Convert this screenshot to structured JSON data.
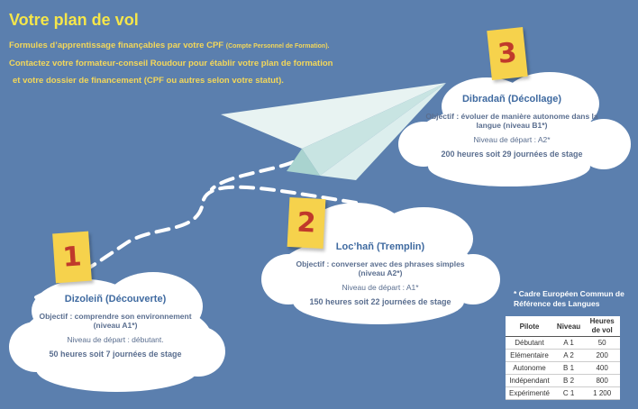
{
  "title": "Votre plan de vol",
  "intro": {
    "line1": "Formules d’apprentissage finançables par votre CPF",
    "line1_small": "(Compte Personnel de Formation).",
    "line2": "Contactez votre formateur-conseil Roudour pour établir votre plan de formation",
    "line3": "et votre dossier de financement (CPF ou autres selon votre statut)."
  },
  "stages": [
    {
      "number": "1",
      "name": "Dizoleiñ (Découverte)",
      "objective": "Objectif : comprendre son environnement (niveau A1*)",
      "level": "Niveau de départ : débutant.",
      "hours": "50 heures  soit 7 journées de stage"
    },
    {
      "number": "2",
      "name": "Loc’hañ (Tremplin)",
      "objective": "Objectif : converser avec des phrases simples (niveau A2*)",
      "level": "Niveau de départ : A1*",
      "hours": "150 heures  soit 22 journées de stage"
    },
    {
      "number": "3",
      "name": "Dibradañ (Décollage)",
      "objective": "Objectif : évoluer de manière autonome dans la langue (niveau B1*)",
      "level": "Niveau de départ : A2*",
      "hours": "200 heures soit 29 journées de stage"
    }
  ],
  "note": "* Cadre Européen Commun de Référence des Langues",
  "table": {
    "headers": [
      "Pilote",
      "Niveau",
      "Heures de vol"
    ],
    "rows": [
      [
        "Débutant",
        "A 1",
        "50"
      ],
      [
        "Elémentaire",
        "A 2",
        "200"
      ],
      [
        "Autonome",
        "B 1",
        "400"
      ],
      [
        "Indépendant",
        "B 2",
        "800"
      ],
      [
        "Expérimenté",
        "C 1",
        "1 200"
      ]
    ]
  },
  "colors": {
    "background": "#5b7fae",
    "title": "#f5e64a",
    "note": "#f6d24c",
    "number": "#c0392b",
    "stage_name": "#3f6aa0"
  },
  "icons": [
    "paper-plane-icon",
    "cloud-icon"
  ]
}
